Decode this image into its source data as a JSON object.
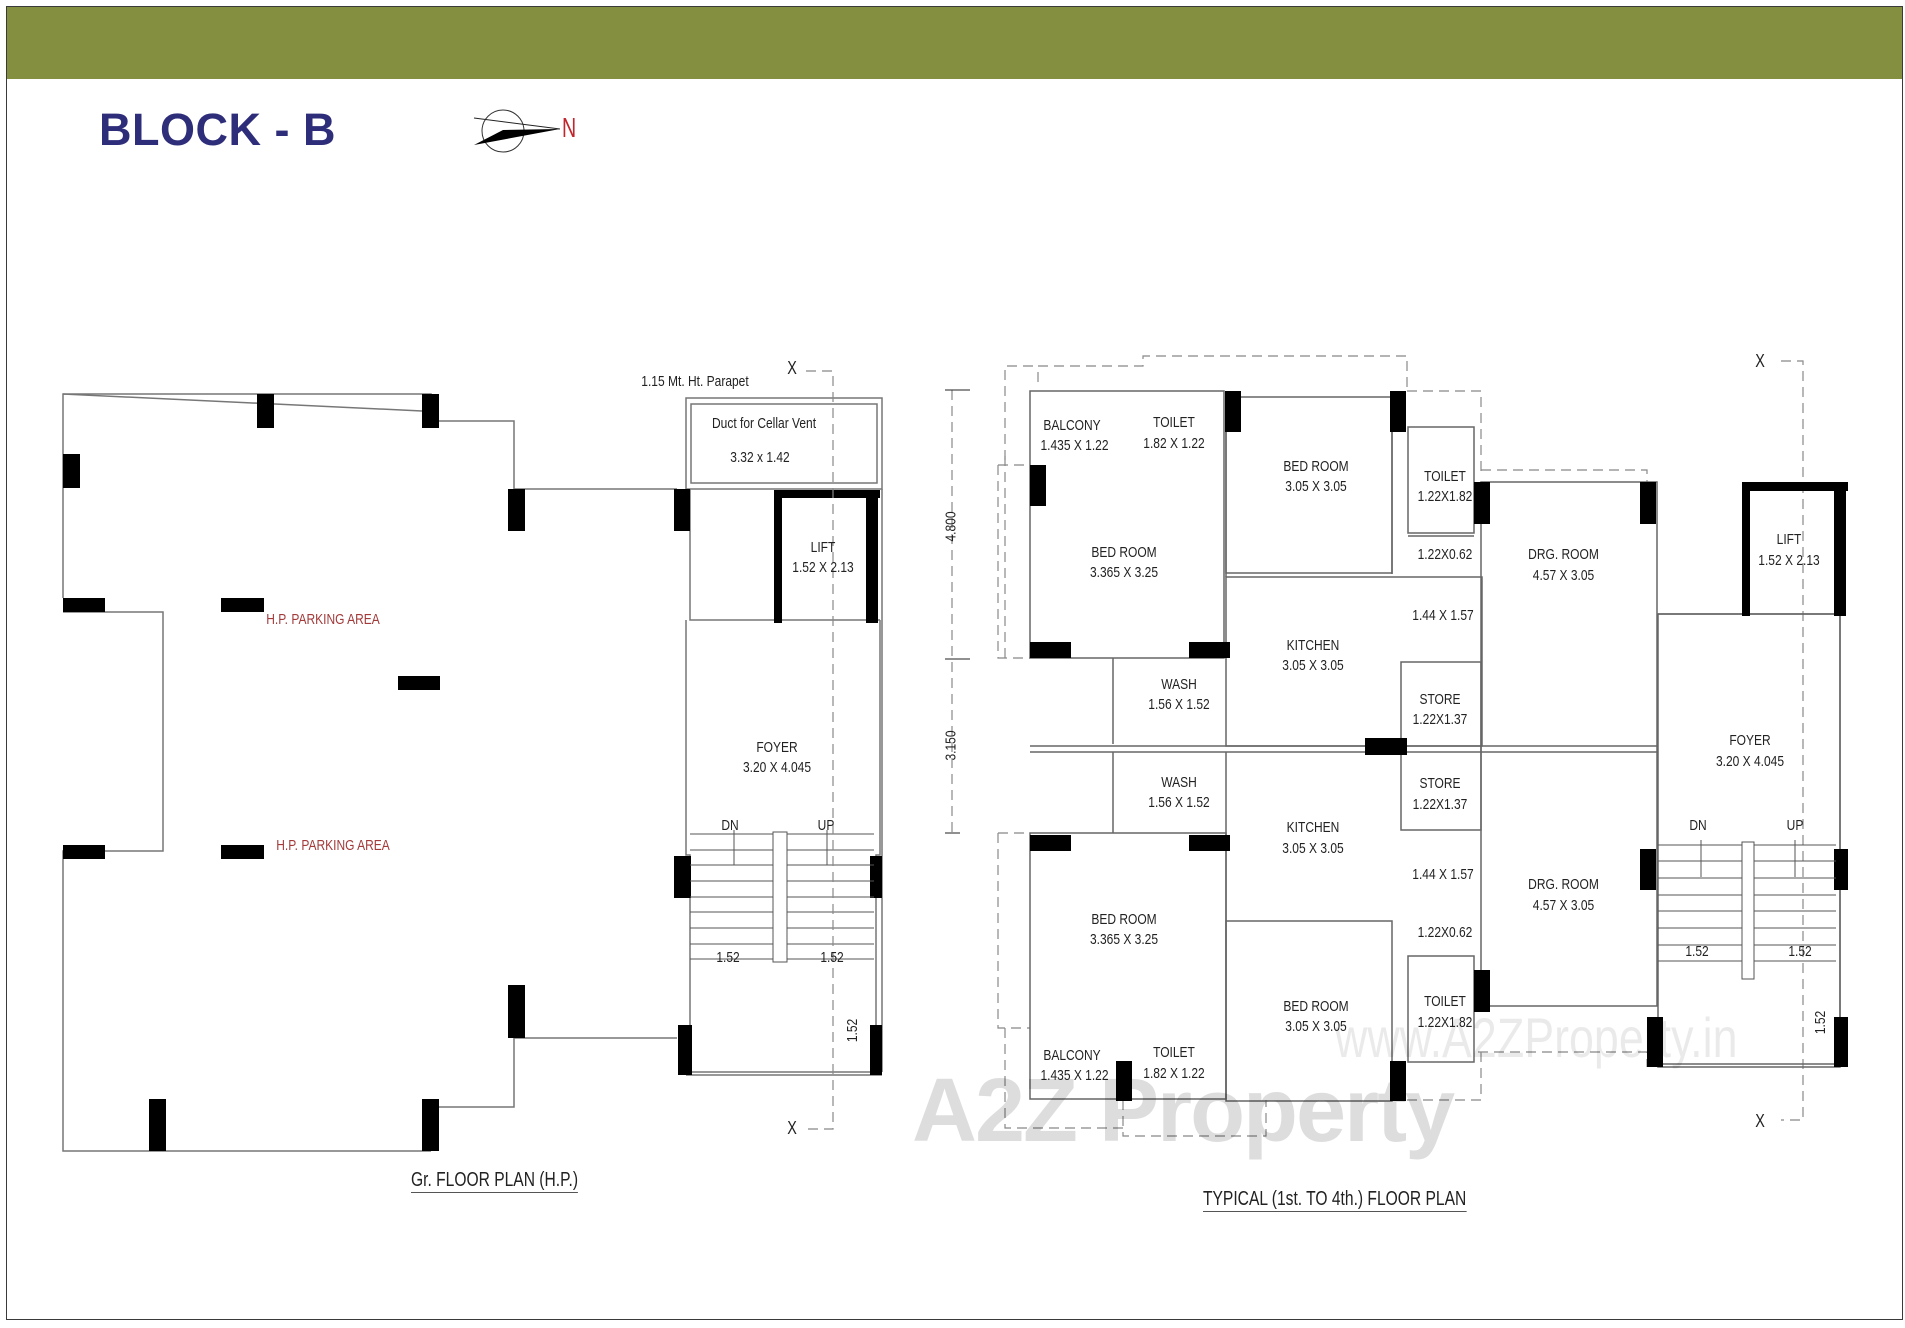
{
  "header": {
    "title": "BLOCK - B",
    "compass_label": "N",
    "colors": {
      "bar": "#848f3f",
      "title": "#2e2d7a",
      "north": "#c0262c"
    }
  },
  "ground_floor": {
    "caption": "Gr. FLOOR PLAN (H.P.)",
    "parapet_note": "1.15 Mt. Ht. Parapet",
    "section_marker": "X",
    "rooms": [
      {
        "name": "H.P. PARKING AREA",
        "size": ""
      },
      {
        "name": "H.P. PARKING AREA",
        "size": ""
      },
      {
        "name": "Duct for Cellar Vent",
        "size": "3.32 x 1.42"
      },
      {
        "name": "LIFT",
        "size": "1.52 X 2.13"
      },
      {
        "name": "FOYER",
        "size": "3.20 X 4.045"
      }
    ],
    "stairs": {
      "dn": "DN",
      "up": "UP",
      "width_left": "1.52",
      "width_right": "1.52",
      "landing": "1.52"
    }
  },
  "typical_floor": {
    "caption": "TYPICAL (1st. TO 4th.) FLOOR PLAN",
    "section_marker": "X",
    "dimensions": {
      "upper": "4.800",
      "lower": "3.150"
    },
    "rooms": [
      {
        "name": "BALCONY",
        "size": "1.435 X 1.22"
      },
      {
        "name": "TOILET",
        "size": "1.82 X 1.22"
      },
      {
        "name": "BED ROOM",
        "size": "3.05 X 3.05"
      },
      {
        "name": "TOILET",
        "size": "1.22X1.82"
      },
      {
        "name": "BED ROOM",
        "size": "3.365 X 3.25"
      },
      {
        "name": "",
        "size": "1.22X0.62"
      },
      {
        "name": "DRG. ROOM",
        "size": "4.57 X 3.05"
      },
      {
        "name": "",
        "size": "1.44 X 1.57"
      },
      {
        "name": "KITCHEN",
        "size": "3.05 X 3.05"
      },
      {
        "name": "WASH",
        "size": "1.56 X 1.52"
      },
      {
        "name": "STORE",
        "size": "1.22X1.37"
      },
      {
        "name": "LIFT",
        "size": "1.52 X 2.13"
      },
      {
        "name": "FOYER",
        "size": "3.20 X 4.045"
      },
      {
        "name": "STORE",
        "size": "1.22X1.37"
      },
      {
        "name": "WASH",
        "size": "1.56 X 1.52"
      },
      {
        "name": "KITCHEN",
        "size": "3.05 X 3.05"
      },
      {
        "name": "",
        "size": "1.44 X 1.57"
      },
      {
        "name": "DRG. ROOM",
        "size": "4.57 X 3.05"
      },
      {
        "name": "BED ROOM",
        "size": "3.365 X 3.25"
      },
      {
        "name": "",
        "size": "1.22X0.62"
      },
      {
        "name": "BED ROOM",
        "size": "3.05 X 3.05"
      },
      {
        "name": "TOILET",
        "size": "1.22X1.82"
      },
      {
        "name": "BALCONY",
        "size": "1.435 X 1.22"
      },
      {
        "name": "TOILET",
        "size": "1.82 X 1.22"
      }
    ],
    "stairs": {
      "dn": "DN",
      "up": "UP",
      "width_left": "1.52",
      "width_right": "1.52",
      "landing": "1.52"
    }
  },
  "watermark": {
    "logo": "A2Z Property",
    "url": "www.A2ZProperty.in"
  }
}
